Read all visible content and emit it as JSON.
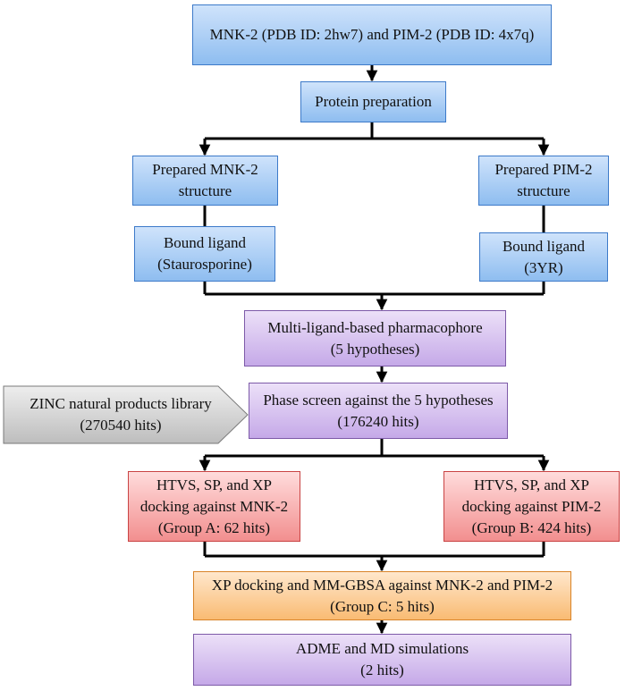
{
  "boxes": {
    "source": {
      "line1": "MNK-2 (PDB ID: 2hw7) and PIM-2 (PDB ID: 4x7q)"
    },
    "protein_prep": {
      "line1": "Protein preparation"
    },
    "prepared_mnk2": {
      "line1": "Prepared MNK-2",
      "line2": "structure"
    },
    "prepared_pim2": {
      "line1": "Prepared PIM-2",
      "line2": "structure"
    },
    "bound_ligand_left": {
      "line1": "Bound ligand",
      "line2": "(Staurosporine)"
    },
    "bound_ligand_right": {
      "line1": "Bound ligand",
      "line2": "(3YR)"
    },
    "pharmacophore": {
      "line1": "Multi-ligand-based pharmacophore",
      "line2": "(5 hypotheses)"
    },
    "zinc_library": {
      "line1": "ZINC natural products library",
      "line2": "(270540 hits)"
    },
    "phase_screen": {
      "line1": "Phase screen against the 5 hypotheses",
      "line2": "(176240 hits)"
    },
    "docking_mnk2": {
      "line1": "HTVS, SP, and XP",
      "line2": "docking against MNK-2",
      "line3": "(Group A: 62 hits)"
    },
    "docking_pim2": {
      "line1": "HTVS, SP, and XP",
      "line2": "docking against PIM-2",
      "line3": "(Group B: 424 hits)"
    },
    "xp_mmgbsa": {
      "line1": "XP docking and MM-GBSA against MNK-2 and PIM-2",
      "line2": "(Group C: 5 hits)"
    },
    "adme_md": {
      "line1": "ADME and MD simulations",
      "line2": "(2 hits)"
    }
  }
}
